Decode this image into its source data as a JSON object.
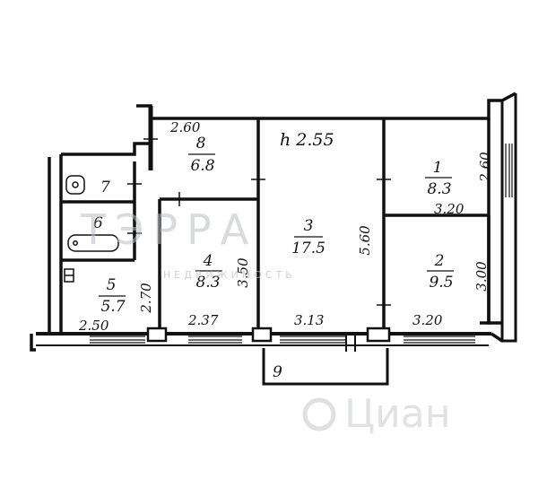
{
  "plan": {
    "ceiling_height": "h 2.55",
    "rooms": [
      {
        "id": "1",
        "number": "1",
        "area": "8.3"
      },
      {
        "id": "2",
        "number": "2",
        "area": "9.5"
      },
      {
        "id": "3",
        "number": "3",
        "area": "17.5"
      },
      {
        "id": "4",
        "number": "4",
        "area": "8.3"
      },
      {
        "id": "5",
        "number": "5",
        "area": "5.7"
      },
      {
        "id": "6",
        "number": "6"
      },
      {
        "id": "7",
        "number": "7"
      },
      {
        "id": "8",
        "number": "8",
        "area": "6.8"
      },
      {
        "id": "9",
        "number": "9"
      }
    ],
    "dimensions": {
      "hall_top": "2.60",
      "room1_side": "2.60",
      "room1_bottom": "3.20",
      "room3_side": "5.60",
      "room4_side": "3.50",
      "room5_side": "2.70",
      "room2_side": "3.00",
      "bottom_room5": "2.50",
      "bottom_room4": "2.37",
      "bottom_room3": "3.13",
      "bottom_room2": "3.20"
    }
  },
  "watermarks": {
    "brand": "ТЭРРА",
    "brand_sub": "НЕДВИЖИМОСТЬ",
    "cian": "Циан"
  }
}
